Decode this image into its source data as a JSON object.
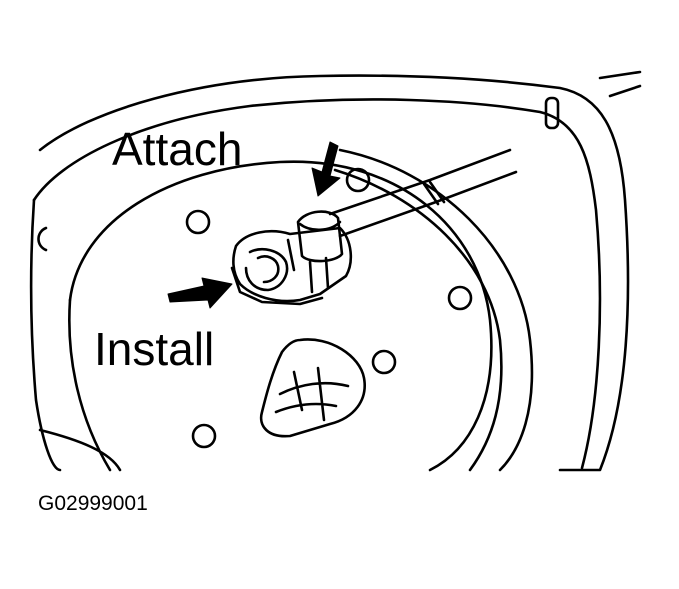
{
  "labels": {
    "attach": "Attach",
    "install": "Install",
    "figure_code": "G02999001"
  },
  "colors": {
    "line": "#000000",
    "background": "#ffffff"
  }
}
